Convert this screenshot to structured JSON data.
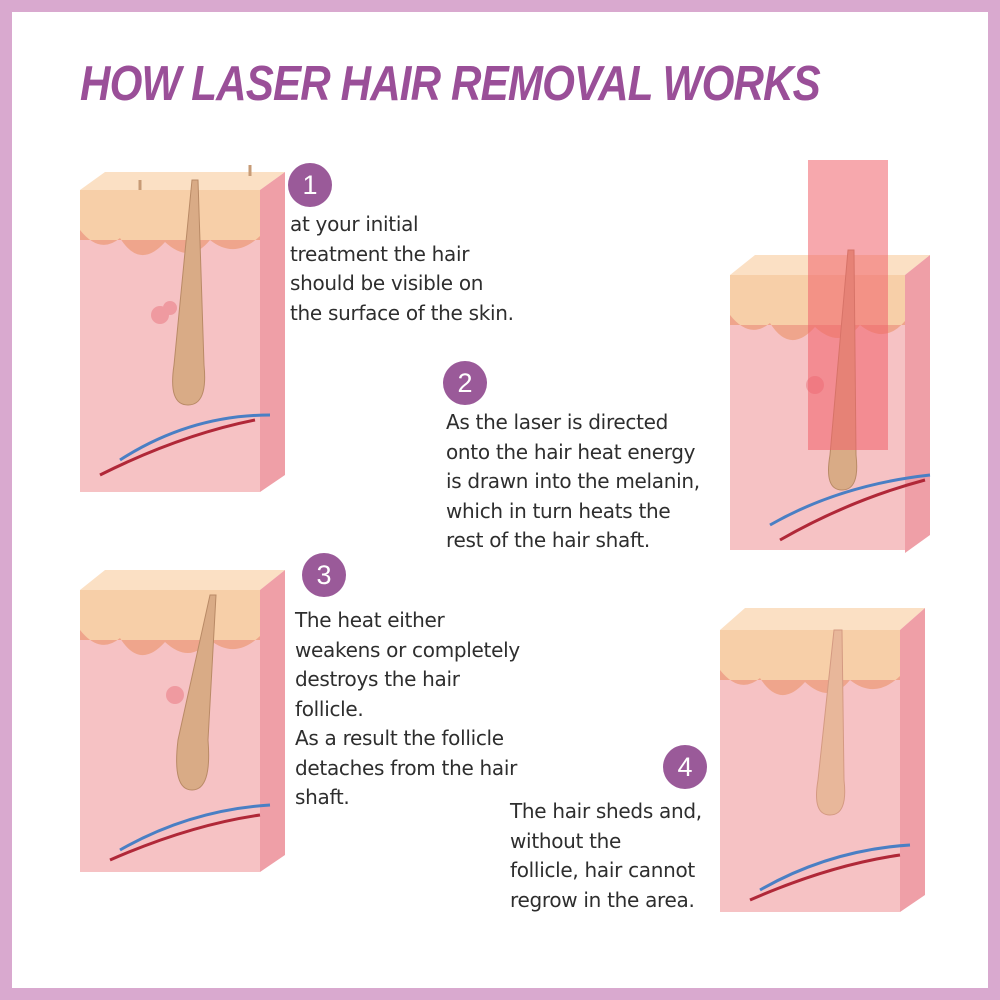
{
  "title": "HOW LASER HAIR REMOVAL WORKS",
  "colors": {
    "accent": "#9a5a99",
    "title": "#9a4f98",
    "border": "#d9a9cf",
    "epidermis": "#f7cfa8",
    "dermis_pink": "#f4b8bd",
    "follicle": "#d9ab86",
    "laser": "#f0606a",
    "artery": "#b02838",
    "vein": "#4a7fc4"
  },
  "steps": [
    {
      "number": "1",
      "lines": [
        "at your initial",
        "treatment the hair",
        "should be visible on",
        "the surface of the skin."
      ]
    },
    {
      "number": "2",
      "lines": [
        "As the laser is directed",
        "onto the hair heat energy",
        "is drawn into the melanin,",
        "which in turn heats the",
        "rest of the hair shaft."
      ]
    },
    {
      "number": "3",
      "lines": [
        "The heat either",
        "weakens or completely",
        "destroys the hair",
        "follicle.",
        "As a result the follicle",
        "detaches from the hair",
        "shaft."
      ]
    },
    {
      "number": "4",
      "lines": [
        "The hair sheds and,",
        "without the",
        "follicle, hair cannot",
        "regrow in the area."
      ]
    }
  ]
}
